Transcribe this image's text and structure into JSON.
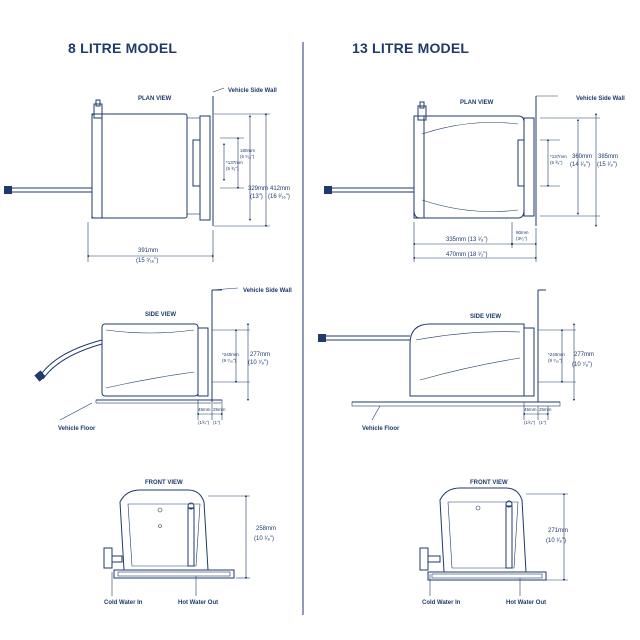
{
  "titles": {
    "left": "8 LITRE MODEL",
    "right": "13 LITRE MODEL"
  },
  "views": {
    "plan": "PLAN VIEW",
    "side": "SIDE VIEW",
    "front": "FRONT VIEW"
  },
  "labels": {
    "vehicle_side_wall": "Vehicle Side Wall",
    "vehicle_floor": "Vehicle Floor",
    "cold_water_in": "Cold Water In",
    "hot_water_out": "Hot Water Out"
  },
  "left": {
    "plan": {
      "dim_180": "180mm",
      "dim_180_in": "(6 ⁵⁄₁₆\")",
      "dim_137": "*137mm",
      "dim_137_in": "(5 ³⁄₈\")",
      "dim_329": "329mm",
      "dim_329_in": "(13\")",
      "dim_412": "412mm",
      "dim_412_in": "(16 ³⁄₁₆\")",
      "dim_391": "391mm",
      "dim_391_in": "(15 ⁵⁄₁₆\")"
    },
    "side": {
      "dim_240": "*240mm",
      "dim_240_in": "(9 ⁷⁄₁₆\")",
      "dim_277": "277mm",
      "dim_277_in": "(10 ⁷⁄₈\")",
      "dim_45": "45mm",
      "dim_45_in": "(1³⁄₄\")",
      "dim_25": "25mm",
      "dim_25_in": "(1\")"
    },
    "front": {
      "dim_258": "258mm",
      "dim_258_in": "(10 ¹⁄₈\")"
    }
  },
  "right": {
    "plan": {
      "dim_137": "*137mm",
      "dim_137_in": "(5 ³⁄₈\")",
      "dim_360": "360mm",
      "dim_360_in": "(14 ¹⁄₈\")",
      "dim_385": "385mm",
      "dim_385_in": "(15 ¹⁄₈\")",
      "dim_90": "90mm",
      "dim_90_in": "(3¹⁄₂\")",
      "dim_335": "335mm (13 ¹⁄₈\")",
      "dim_470": "470mm (18 ¹⁄₂\")"
    },
    "side": {
      "dim_240": "*240mm",
      "dim_240_in": "(9 ⁷⁄₁₆\")",
      "dim_277": "277mm",
      "dim_277_in": "(10 ⁷⁄₈\")",
      "dim_45": "45mm",
      "dim_45_in": "(1³⁄₄\")",
      "dim_25": "25mm",
      "dim_25_in": "(1\")"
    },
    "front": {
      "dim_271": "271mm",
      "dim_271_in": "(10 ¹⁄₈\")"
    }
  }
}
